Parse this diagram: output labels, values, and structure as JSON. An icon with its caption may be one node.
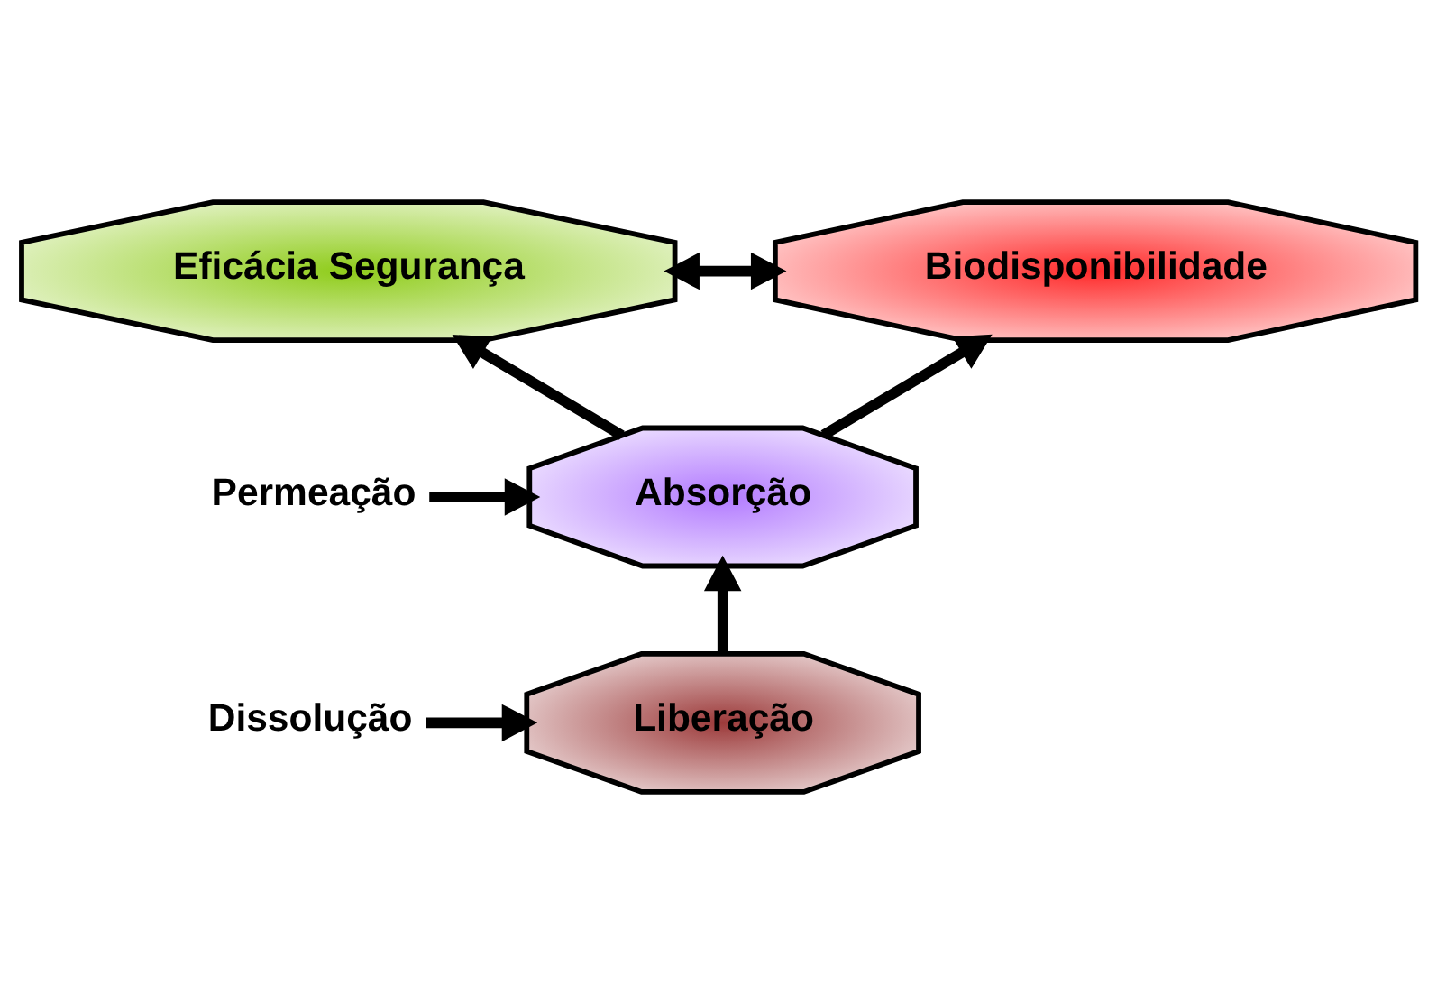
{
  "diagram": {
    "nodes": [
      {
        "text": [
          "Eficácia Segurança"
        ]
      },
      {
        "text": [
          "Biodisponibilidade"
        ]
      },
      {
        "text": [
          "Absorção"
        ]
      },
      {
        "text": [
          "Liberação"
        ]
      },
      {
        "text": [
          "Permeação"
        ]
      },
      {
        "text": [
          "Dissolução"
        ]
      }
    ],
    "edges": [
      {
        "from": 0,
        "to": 1,
        "arrow": "both"
      },
      {
        "from": 2,
        "to": 0,
        "arrow": "to"
      },
      {
        "from": 2,
        "to": 1,
        "arrow": "to"
      },
      {
        "from": 3,
        "to": 2,
        "arrow": "to"
      },
      {
        "from": 4,
        "to": 2,
        "arrow": "to"
      },
      {
        "from": 5,
        "to": 3,
        "arrow": "to"
      }
    ]
  }
}
